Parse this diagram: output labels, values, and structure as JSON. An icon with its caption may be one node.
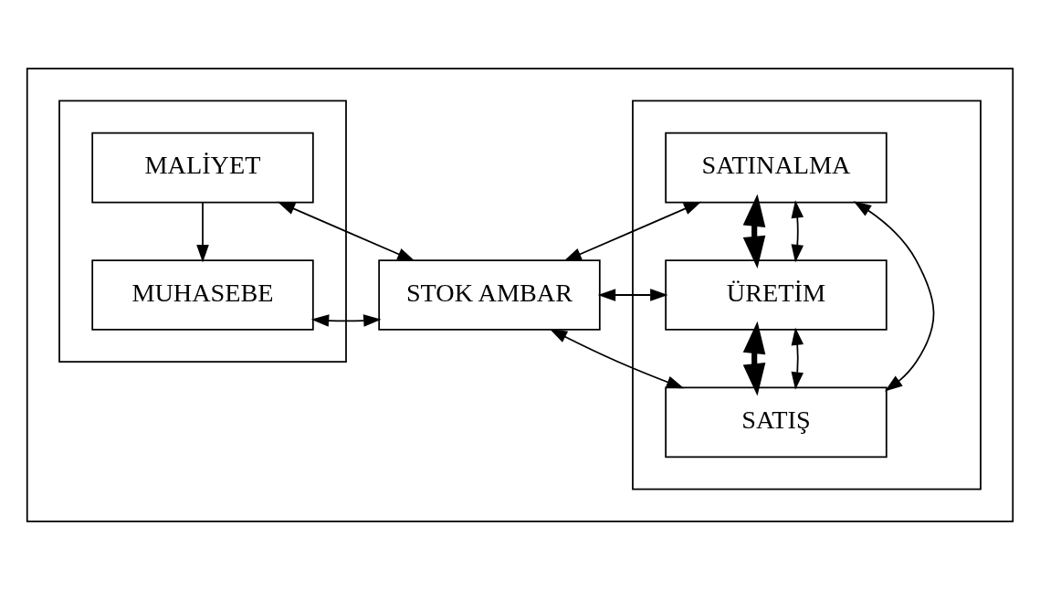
{
  "diagram": {
    "nodes": [
      {
        "text": [],
        "shape": "box"
      },
      {
        "text": [],
        "shape": "box",
        "in": 0
      },
      {
        "text": [
          "SATINALMA"
        ],
        "in": 1
      },
      {
        "text": [
          "ÜRETİM"
        ],
        "in": 1
      },
      {
        "text": [
          "SATIŞ"
        ],
        "in": 1
      },
      {
        "text": [
          "STOK AMBAR"
        ],
        "in": 0
      },
      {
        "text": [],
        "shape": "box",
        "in": 0
      },
      {
        "text": [
          "MALİYET"
        ],
        "in": 6
      },
      {
        "text": [
          "MUHASEBE"
        ],
        "in": 6
      }
    ],
    "edges": [
      {
        "from": 2,
        "to": 3,
        "arrow": "both",
        "style": "thick"
      },
      {
        "from": 3,
        "to": 4,
        "arrow": "both",
        "style": "thick"
      },
      {
        "from": 2,
        "to": 3,
        "arrow": "both"
      },
      {
        "from": 3,
        "to": 4,
        "arrow": "both"
      },
      {
        "from": 2,
        "to": 4,
        "arrow": "both"
      },
      {
        "from": 2,
        "to": 5,
        "arrow": "both"
      },
      {
        "from": 3,
        "to": 5,
        "arrow": "both"
      },
      {
        "from": 4,
        "to": 5,
        "arrow": "both"
      },
      {
        "from": 7,
        "to": 5,
        "arrow": "both"
      },
      {
        "from": 8,
        "to": 5,
        "arrow": "both"
      },
      {
        "from": 7,
        "to": 8,
        "arrow": "to"
      }
    ]
  }
}
